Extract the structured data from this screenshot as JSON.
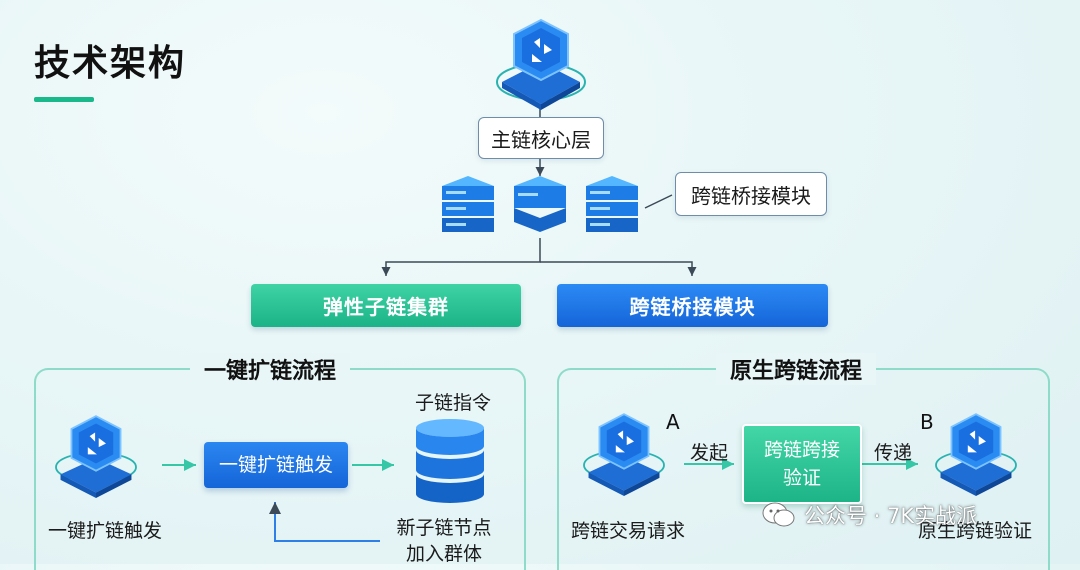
{
  "title": "技术架构",
  "top": {
    "core_label": "主链核心层",
    "bridge_label": "跨链桥接模块"
  },
  "bars": {
    "left": "弹性子链集群",
    "right": "跨链桥接模块"
  },
  "left_panel": {
    "title": "一键扩链流程",
    "icon_label": "一键扩链触发",
    "trigger_button": "一键扩链触发",
    "db_top_label": "子链指令",
    "db_bottom_label_line1": "新子链节点",
    "db_bottom_label_line2": "加入群体"
  },
  "right_panel": {
    "title": "原生跨链流程",
    "icon_a_label": "跨链交易请求",
    "icon_b_label": "原生跨链验证",
    "letter_a": "A",
    "letter_b": "B",
    "edge_send": "发起",
    "edge_relay": "传递",
    "verify_line1": "跨链跨接",
    "verify_line2": "验证"
  },
  "watermark": "公众号 · 7K实战派",
  "colors": {
    "accent_green": "#19b98c",
    "accent_blue": "#1565d8",
    "panel_border": "#8edbc9"
  }
}
